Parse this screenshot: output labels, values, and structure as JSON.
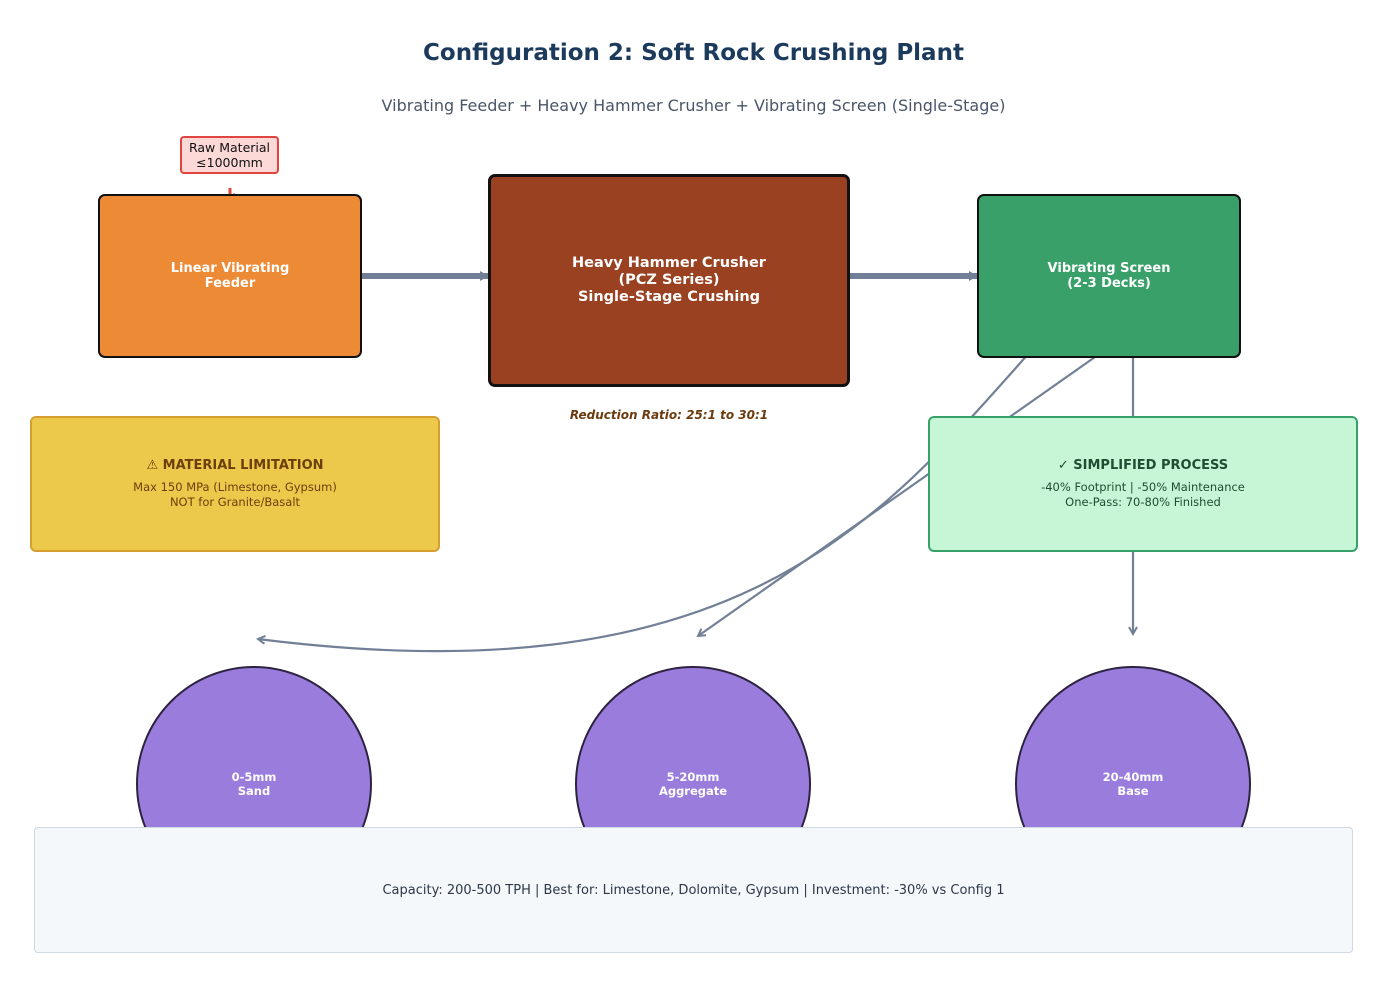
{
  "title": "Configuration 2: Soft Rock Crushing Plant",
  "subtitle": "Vibrating Feeder + Heavy Hammer Crusher + Vibrating Screen (Single-Stage)",
  "raw_material": {
    "line1": "Raw Material",
    "line2": "≤1000mm"
  },
  "feeder": {
    "line1": "Linear Vibrating",
    "line2": "Feeder"
  },
  "crusher": {
    "line1": "Heavy Hammer Crusher",
    "line2": "(PCZ Series)",
    "line3": "Single-Stage Crushing"
  },
  "screen": {
    "line1": "Vibrating Screen",
    "line2": "(2-3 Decks)"
  },
  "reduction_ratio": "Reduction Ratio: 25:1 to 30:1",
  "limitation": {
    "title": "⚠ MATERIAL LIMITATION",
    "line1": "Max 150 MPa (Limestone, Gypsum)",
    "line2": "NOT for Granite/Basalt"
  },
  "simplified": {
    "title": "✓ SIMPLIFIED PROCESS",
    "line1": "-40% Footprint | -50% Maintenance",
    "line2": "One-Pass: 70-80% Finished"
  },
  "products": [
    {
      "size": "0-5mm",
      "name": "Sand"
    },
    {
      "size": "5-20mm",
      "name": "Aggregate"
    },
    {
      "size": "20-40mm",
      "name": "Base"
    }
  ],
  "footer": "Capacity: 200-500 TPH | Best for: Limestone, Dolomite, Gypsum | Investment: -30% vs Config 1",
  "colors": {
    "feeder": "#ec8a36",
    "crusher": "#9a4121",
    "screen": "#39a06a",
    "product": "#9a7cdd",
    "connector": "#718096",
    "limitation_panel": "#ecc94b",
    "simplified_panel": "#c6f6d5",
    "title": "#1b3a5c"
  }
}
